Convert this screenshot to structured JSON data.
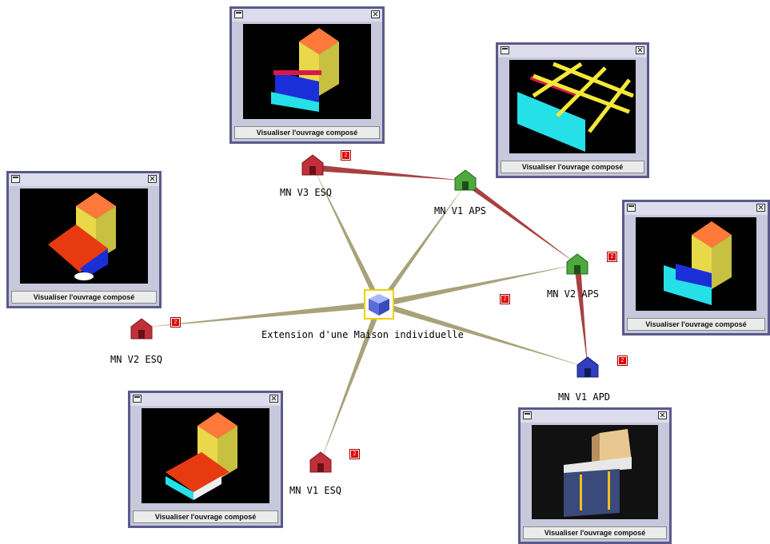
{
  "graph": {
    "center": {
      "label": "Extension d'une Maison individuelle",
      "icon": "cube-icon"
    },
    "nodes": [
      {
        "id": "mnv3esq",
        "label": "MN V3 ESQ",
        "color": "red",
        "icon": "house-icon",
        "badge": "2"
      },
      {
        "id": "mnv1aps",
        "label": "MN V1 APS",
        "color": "green",
        "icon": "house-icon",
        "badge": ""
      },
      {
        "id": "mnv2aps",
        "label": "MN V2 APS",
        "color": "green",
        "icon": "house-icon",
        "badge": "2"
      },
      {
        "id": "mnv1apd",
        "label": "MN V1 APD",
        "color": "blue",
        "icon": "house-icon",
        "badge": "2"
      },
      {
        "id": "mnv1esq",
        "label": "MN V1 ESQ",
        "color": "red",
        "icon": "house-icon",
        "badge": "2"
      },
      {
        "id": "mnv2esq",
        "label": "MN V2 ESQ",
        "color": "red",
        "icon": "house-icon",
        "badge": "2"
      }
    ],
    "floating_badge": "2",
    "colors": {
      "red": "#c0303a",
      "green": "#4caa3c",
      "blue": "#2f3fbf",
      "spoke": "#a8a27a",
      "version_link": "#a84040"
    }
  },
  "windows": [
    {
      "id": "win-mnv3esq",
      "action_label": "Visualiser l'ouvrage composé"
    },
    {
      "id": "win-mnv1aps",
      "action_label": "Visualiser l'ouvrage composé"
    },
    {
      "id": "win-mnv2esq",
      "action_label": "Visualiser l'ouvrage composé"
    },
    {
      "id": "win-mnv2aps",
      "action_label": "Visualiser l'ouvrage composé"
    },
    {
      "id": "win-mnv1esq",
      "action_label": "Visualiser l'ouvrage composé"
    },
    {
      "id": "win-mnv1apd",
      "action_label": "Visualiser l'ouvrage composé"
    }
  ]
}
